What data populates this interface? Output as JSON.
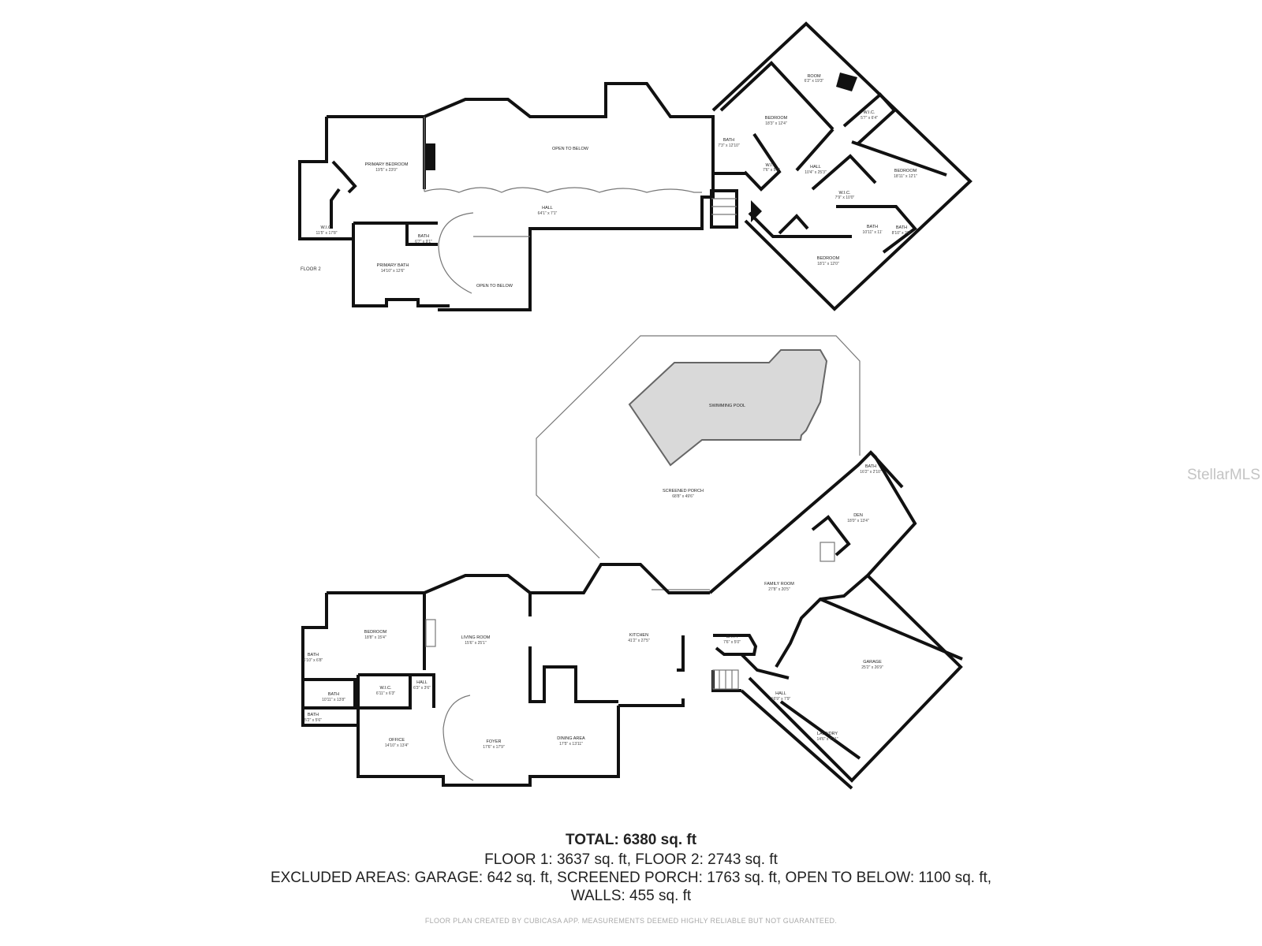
{
  "floor2": {
    "floor_label": "FLOOR 2",
    "rooms": [
      {
        "name": "PRIMARY BEDROOM",
        "dims": "19'5\" x 23'0\""
      },
      {
        "name": "W.I.C.",
        "dims": "11'5\" x 17'8\""
      },
      {
        "name": "PRIMARY BATH",
        "dims": "14'10\" x 12'6\""
      },
      {
        "name": "BATH",
        "dims": "6'7\" x 9'1\""
      },
      {
        "name": "OPEN TO BELOW",
        "dims": ""
      },
      {
        "name": "HALL",
        "dims": "64'1\" x 7'1\""
      },
      {
        "name": "OPEN TO BELOW",
        "dims": ""
      },
      {
        "name": "BATH",
        "dims": "7'3\" x 12'10\""
      },
      {
        "name": "BEDROOM",
        "dims": "18'3\" x 12'4\""
      },
      {
        "name": "ROOM",
        "dims": "6'2\" x 19'3\""
      },
      {
        "name": "W.I.C.",
        "dims": "7'6\" x 5'0\""
      },
      {
        "name": "HALL",
        "dims": "10'4\" x 25'3\""
      },
      {
        "name": "W.I.C.",
        "dims": "5'7\" x 6'4\""
      },
      {
        "name": "BEDROOM",
        "dims": "18'11\" x 12'1\""
      },
      {
        "name": "W.I.C.",
        "dims": "7'9\" x 10'0\""
      },
      {
        "name": "BATH",
        "dims": "10'11\" x 11'"
      },
      {
        "name": "BATH",
        "dims": "8'10\" x 2'3\""
      },
      {
        "name": "BEDROOM",
        "dims": "18'1\" x 12'0\""
      }
    ]
  },
  "floor1": {
    "rooms": [
      {
        "name": "SWIMMING POOL",
        "dims": ""
      },
      {
        "name": "SCREENED PORCH",
        "dims": "68'8\" x 49'6\""
      },
      {
        "name": "BATH",
        "dims": "16'2\" x 2'10\""
      },
      {
        "name": "DEN",
        "dims": "18'0\" x 13'4\""
      },
      {
        "name": "FAMILY ROOM",
        "dims": "27'8\" x 20'5\""
      },
      {
        "name": "KITCHEN",
        "dims": "41'2\" x 27'5\""
      },
      {
        "name": "LIVING ROOM",
        "dims": "15'6\" x 25'1\""
      },
      {
        "name": "BEDROOM",
        "dims": "18'8\" x 15'4\""
      },
      {
        "name": "BATH",
        "dims": "6'10\" x 6'8\""
      },
      {
        "name": "BATH",
        "dims": "10'11\" x 13'8\""
      },
      {
        "name": "BATH",
        "dims": "5'2\" x 5'6\""
      },
      {
        "name": "W.I.C.",
        "dims": "6'11\" x 6'3\""
      },
      {
        "name": "HALL",
        "dims": "6'3\" x 3'6\""
      },
      {
        "name": "OFFICE",
        "dims": "14'10\" x 13'4\""
      },
      {
        "name": "FOYER",
        "dims": "17'6\" x 17'9\""
      },
      {
        "name": "DINING AREA",
        "dims": "17'5\" x 13'11\""
      },
      {
        "name": "BATH",
        "dims": "7'6\" x 5'0\""
      },
      {
        "name": "HALL",
        "dims": "16'9\" x 7'9\""
      },
      {
        "name": "LAUNDRY",
        "dims": "14'6\" x 7'11\""
      },
      {
        "name": "GARAGE",
        "dims": "25'2\" x 26'9\""
      }
    ]
  },
  "summary": {
    "total": "TOTAL: 6380 sq. ft",
    "floors": "FLOOR 1: 3637 sq. ft, FLOOR 2: 2743 sq. ft",
    "excluded": "EXCLUDED AREAS: GARAGE: 642 sq. ft, SCREENED PORCH: 1763 sq. ft, OPEN TO BELOW: 1100 sq. ft,",
    "walls": "WALLS: 455 sq. ft"
  },
  "disclaimer": "FLOOR PLAN CREATED BY CUBICASA APP. MEASUREMENTS DEEMED HIGHLY RELIABLE BUT NOT GUARANTEED.",
  "watermark": "StellarMLS"
}
